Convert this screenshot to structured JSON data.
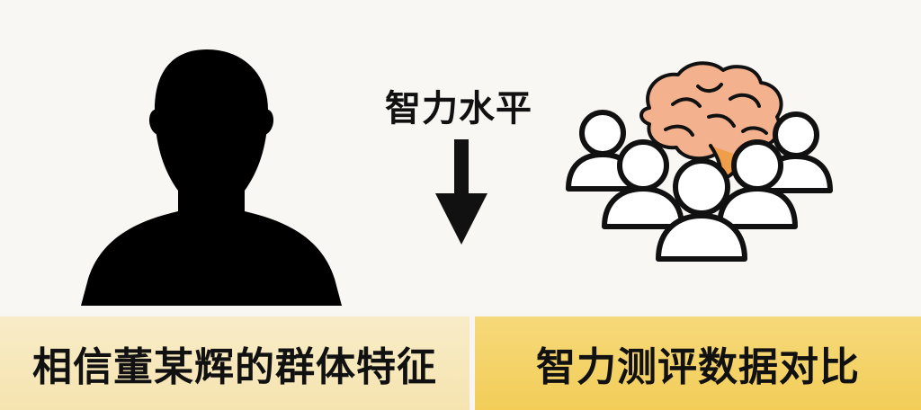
{
  "arrow": {
    "label": "智力水平"
  },
  "panels": {
    "left": {
      "label": "相信董某辉的群体特征"
    },
    "right": {
      "label": "智力测评数据对比"
    }
  },
  "colors": {
    "silhouette": "#000000",
    "brain_fill": "#f3b18e",
    "brain_stem": "#ef9f4a",
    "person_outline": "#111111",
    "left_panel": "#f7e7ba",
    "right_panel": "#f3d265"
  },
  "icons": {
    "left": "person-silhouette-icon",
    "right": "group-with-brain-icon",
    "center": "arrow-down-icon"
  }
}
